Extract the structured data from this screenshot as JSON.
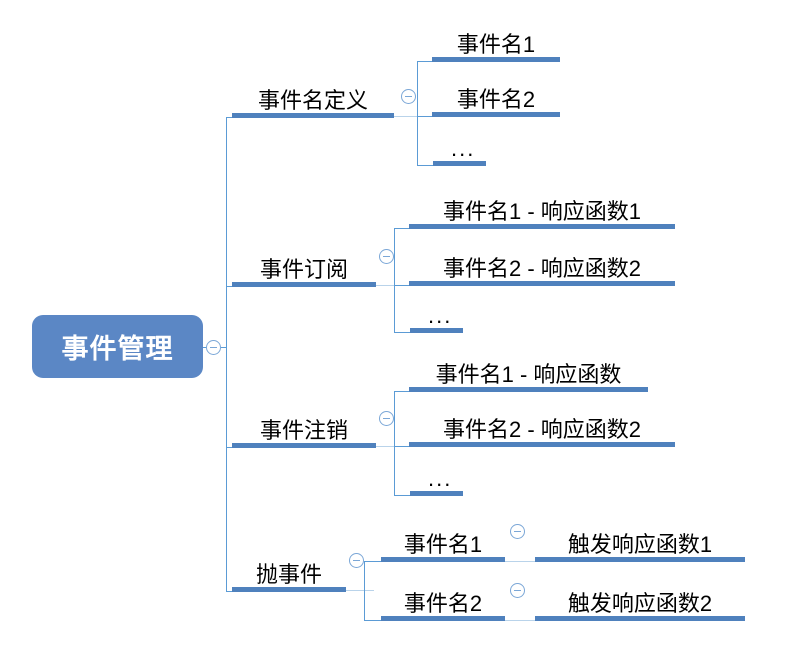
{
  "diagram": {
    "type": "mindmap",
    "title": "事件管理",
    "root": {
      "label": "事件管理",
      "color": "#5b87c5",
      "text_color": "#ffffff",
      "toggle": "collapse-minus-icon"
    },
    "branch_color": "#4f81bd",
    "connector_color": "#5b9bd5",
    "branches": [
      {
        "label": "事件名定义",
        "toggle": "collapse-minus-icon",
        "children": [
          {
            "label": "事件名1"
          },
          {
            "label": "事件名2"
          },
          {
            "label": "..."
          }
        ]
      },
      {
        "label": "事件订阅",
        "toggle": "collapse-minus-icon",
        "children": [
          {
            "label": "事件名1 - 响应函数1"
          },
          {
            "label": "事件名2 - 响应函数2"
          },
          {
            "label": "..."
          }
        ]
      },
      {
        "label": "事件注销",
        "toggle": "collapse-minus-icon",
        "children": [
          {
            "label": "事件名1 - 响应函数"
          },
          {
            "label": "事件名2 - 响应函数2"
          },
          {
            "label": "..."
          }
        ]
      },
      {
        "label": "抛事件",
        "toggle": "collapse-minus-icon",
        "children": [
          {
            "label": "事件名1",
            "toggle": "collapse-minus-icon",
            "children": [
              {
                "label": "触发响应函数1"
              }
            ]
          },
          {
            "label": "事件名2",
            "toggle": "collapse-minus-icon",
            "children": [
              {
                "label": "触发响应函数2"
              }
            ]
          }
        ]
      }
    ]
  }
}
